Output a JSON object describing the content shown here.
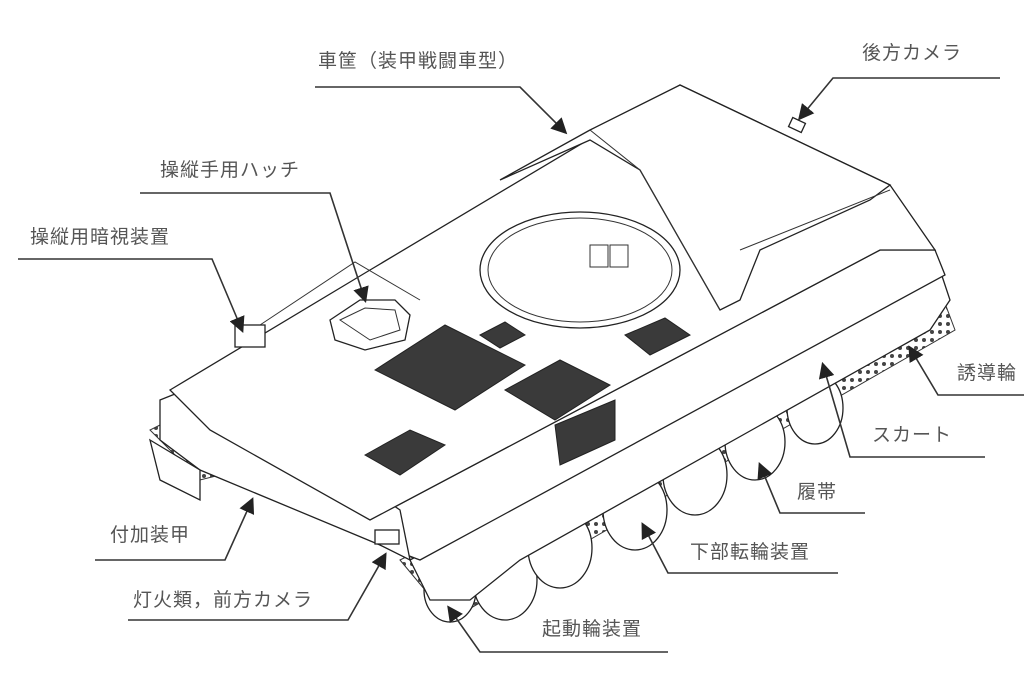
{
  "diagram": {
    "subject": "装甲戦闘車型 vehicle isometric drawing",
    "labels": [
      {
        "id": "hull",
        "text": "車筐（装甲戦闘車型）"
      },
      {
        "id": "rear-camera",
        "text": "後方カメラ"
      },
      {
        "id": "driver-hatch",
        "text": "操縦手用ハッチ"
      },
      {
        "id": "driver-night-vision",
        "text": "操縦用暗視装置"
      },
      {
        "id": "idler-wheel",
        "text": "誘導輪"
      },
      {
        "id": "skirt",
        "text": "スカート"
      },
      {
        "id": "track",
        "text": "履帯"
      },
      {
        "id": "road-wheels",
        "text": "下部転輪装置"
      },
      {
        "id": "add-on-armor",
        "text": "付加装甲"
      },
      {
        "id": "lights-front-camera",
        "text": "灯火類，前方カメラ"
      },
      {
        "id": "drive-sprocket",
        "text": "起動輪装置"
      }
    ]
  }
}
